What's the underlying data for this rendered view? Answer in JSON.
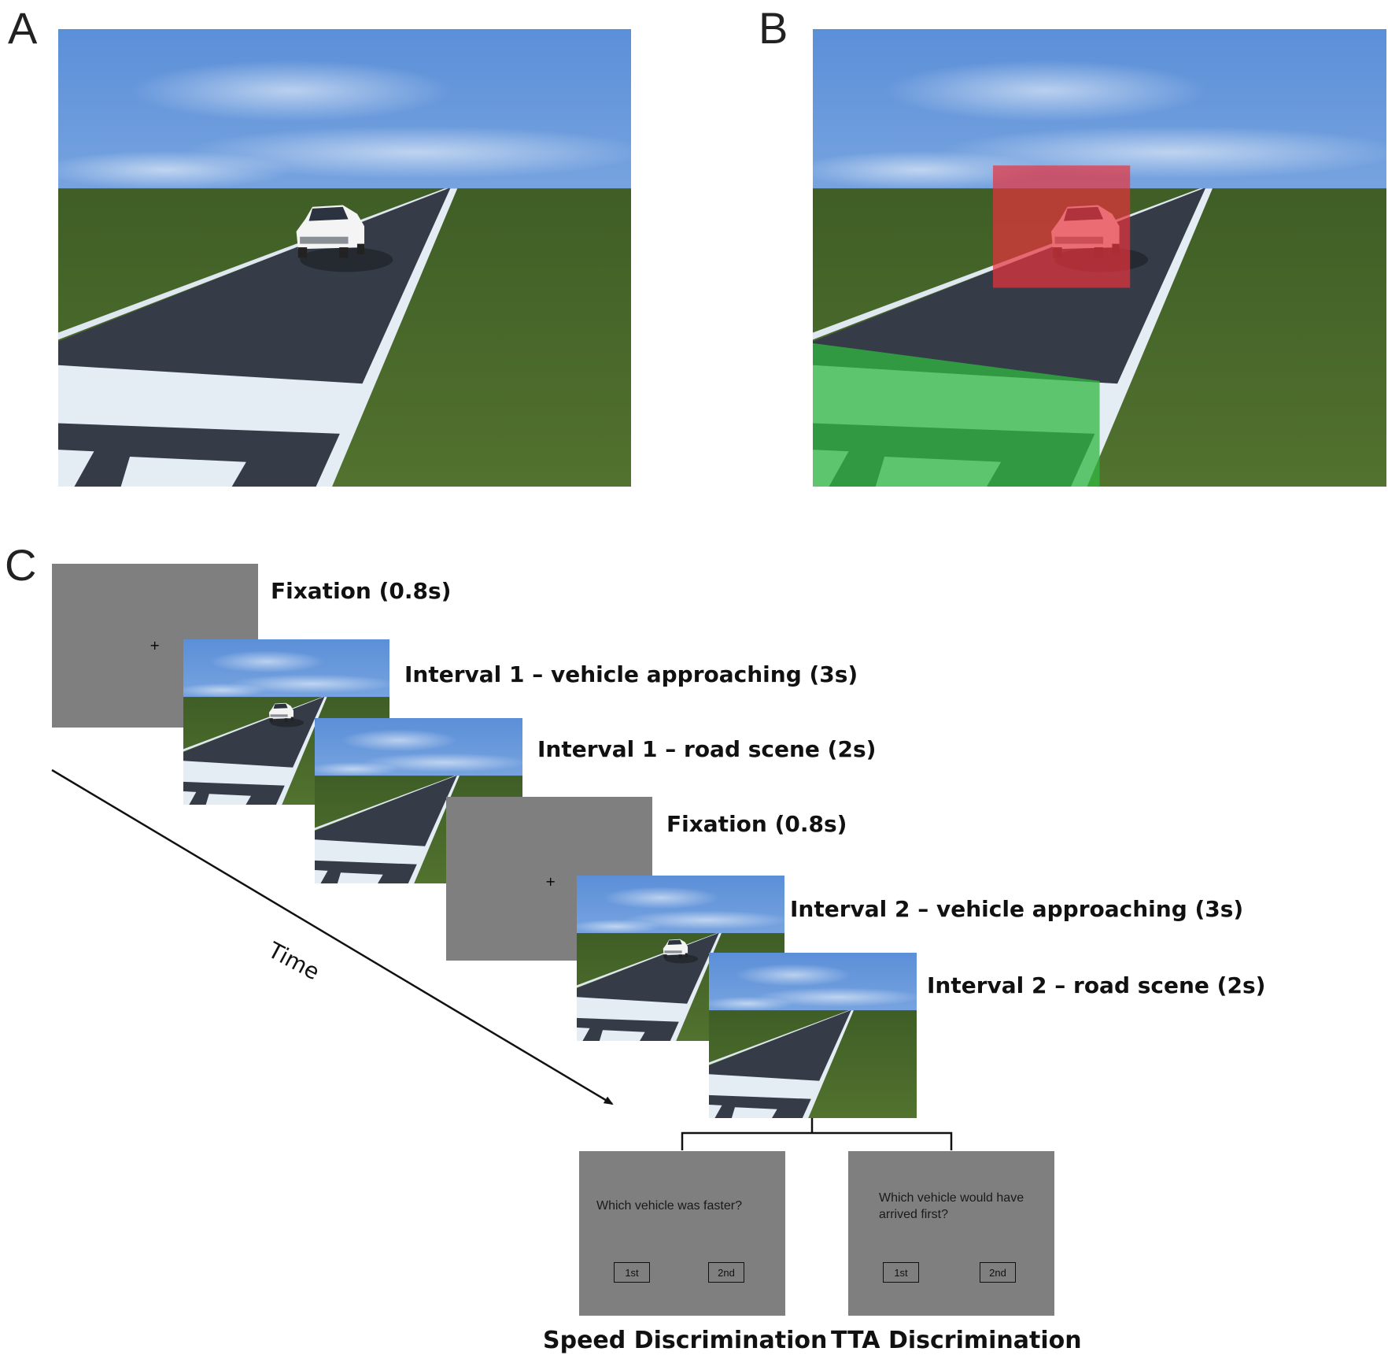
{
  "panels": {
    "a": "A",
    "b": "B",
    "c": "C"
  },
  "colors": {
    "sky_top": "#5b8fd8",
    "sky_bottom": "#b9d4ef",
    "grass": "#4a6a2c",
    "road": "#363c47",
    "marking": "#e4ecf4",
    "fixation_grey": "#7f7f7f",
    "overlay_red": "#e8323c",
    "overlay_green": "#2fb840"
  },
  "timeline": {
    "fixation_1": "Fixation (0.8s)",
    "interval1_vehicle": "Interval 1 – vehicle approaching (3s)",
    "interval1_road": "Interval 1 – road scene (2s)",
    "fixation_2": "Fixation (0.8s)",
    "interval2_vehicle": "Interval 2 – vehicle approaching (3s)",
    "interval2_road": "Interval 2 – road scene (2s)",
    "time_axis": "Time",
    "fixation_cross": "+"
  },
  "responses": {
    "speed": {
      "question": "Which vehicle was faster?",
      "btn1": "1st",
      "btn2": "2nd",
      "label": "Speed Discrimination"
    },
    "tta": {
      "question": "Which vehicle would have arrived first?",
      "btn1": "1st",
      "btn2": "2nd",
      "label": "TTA Discrimination"
    }
  }
}
